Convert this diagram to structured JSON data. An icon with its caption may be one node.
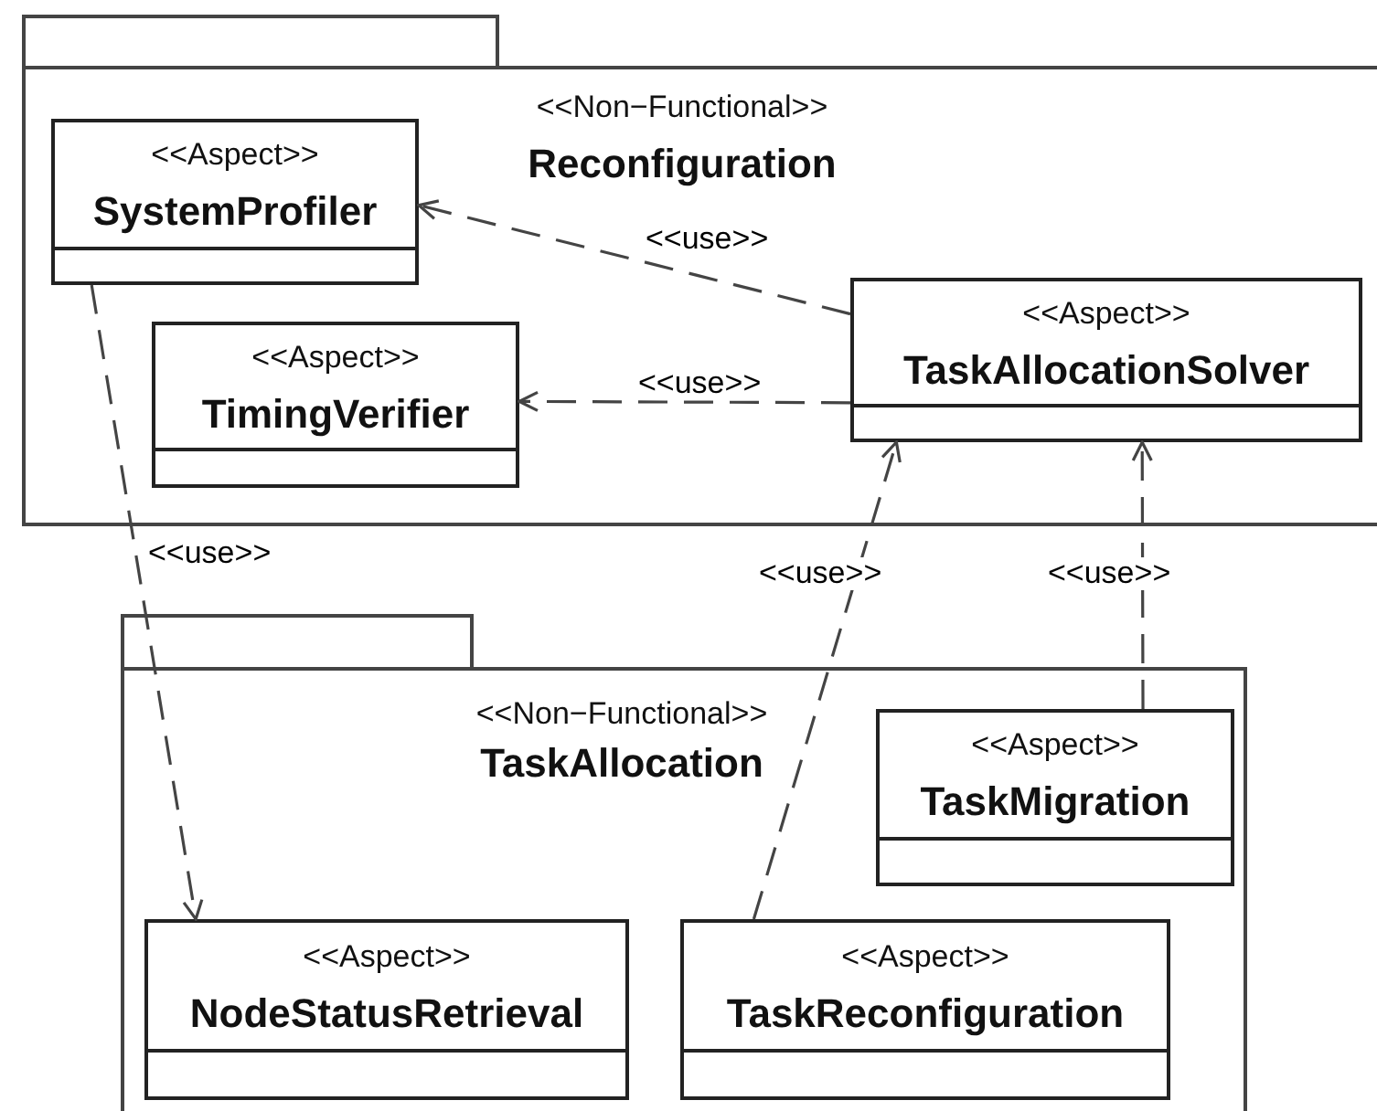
{
  "diagram": {
    "nodes": [
      {
        "text": [
          "<<Non−Functional>>",
          "Reconfiguration"
        ]
      },
      {
        "text": [
          "<<Aspect>>",
          "SystemProfiler"
        ],
        "in": 0
      },
      {
        "text": [
          "<<Aspect>>",
          "TimingVerifier"
        ],
        "in": 0
      },
      {
        "text": [
          "<<Aspect>>",
          "TaskAllocationSolver"
        ],
        "in": 0
      },
      {
        "text": [
          "<<Non−Functional>>",
          "TaskAllocation"
        ]
      },
      {
        "text": [
          "<<Aspect>>",
          "TaskMigration"
        ],
        "in": 4
      },
      {
        "text": [
          "<<Aspect>>",
          "NodeStatusRetrieval"
        ],
        "in": 4
      },
      {
        "text": [
          "<<Aspect>>",
          "TaskReconfiguration"
        ],
        "in": 4
      }
    ],
    "edges": [
      {
        "from": 3,
        "to": 1,
        "arrow": "to",
        "label": "<<use>>",
        "style": "dashed"
      },
      {
        "from": 3,
        "to": 2,
        "arrow": "to",
        "label": "<<use>>",
        "style": "dashed"
      },
      {
        "from": 1,
        "to": 6,
        "arrow": "to",
        "label": "<<use>>",
        "style": "dashed"
      },
      {
        "from": 7,
        "to": 3,
        "arrow": "to",
        "label": "<<use>>",
        "style": "dashed"
      },
      {
        "from": 5,
        "to": 3,
        "arrow": "to",
        "label": "<<use>>",
        "style": "dashed"
      }
    ]
  }
}
